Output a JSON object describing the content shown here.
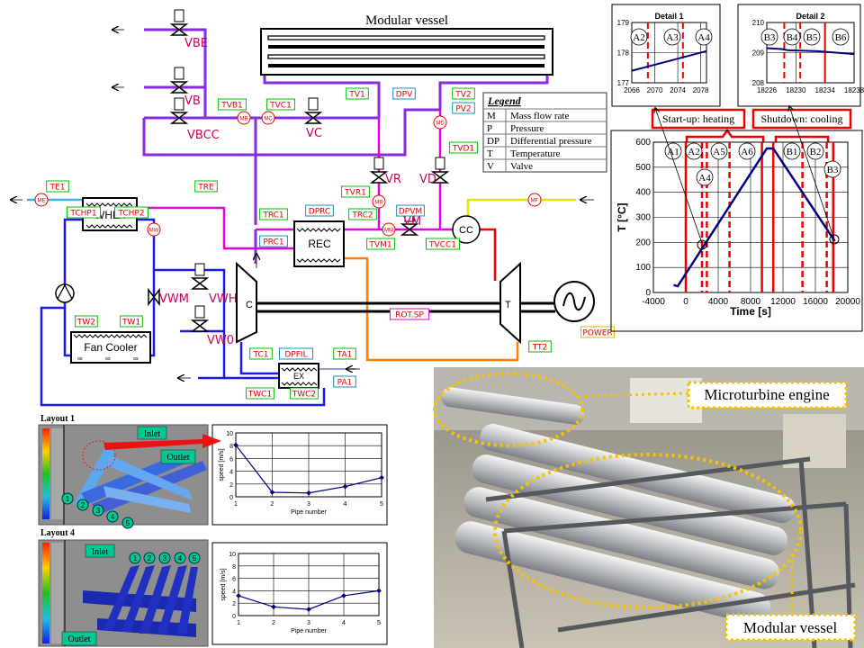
{
  "diagram": {
    "vessel_title": "Modular vessel",
    "legend": {
      "title": "Legend",
      "rows": [
        [
          "M",
          "Mass flow rate"
        ],
        [
          "P",
          "Pressure"
        ],
        [
          "DP",
          "Differential pressure"
        ],
        [
          "T",
          "Temperature"
        ],
        [
          "V",
          "Valve"
        ]
      ]
    },
    "components": {
      "whex": "WHEx",
      "rec": "REC",
      "cc": "CC",
      "ex": "EX",
      "fan_cooler": "Fan Cooler",
      "compressor": "C",
      "turbine": "T"
    },
    "valves": [
      "VBE",
      "VB",
      "VBCC",
      "VC",
      "VR",
      "VD",
      "VM",
      "VWH",
      "VWM",
      "VW0"
    ],
    "temperature_tags": [
      "TE1",
      "TRE",
      "TCHP1",
      "TCHP2",
      "TW2",
      "TW1",
      "TVB1",
      "TVC1",
      "TV1",
      "TV2",
      "TVD1",
      "TVR1",
      "TRC1",
      "TRC2",
      "TVM1",
      "TVCC1",
      "TT2",
      "TC1",
      "TA1",
      "TWC1",
      "TWC2"
    ],
    "pressure_tags": [
      "DPV",
      "PV2",
      "DPRC",
      "DPVM",
      "PRC1",
      "DPFIL",
      "PA1"
    ],
    "flow_meters": [
      "ME",
      "MW",
      "MB",
      "MC",
      "MD",
      "MR",
      "MM",
      "MF"
    ],
    "signal_tags": {
      "rot_speed": "ROT.SP",
      "power": "POWER"
    }
  },
  "chart_data": [
    {
      "type": "line",
      "title": "Detail 1",
      "xlabel": "",
      "ylabel": "",
      "xlim": [
        2066,
        2079
      ],
      "ylim": [
        177,
        179
      ],
      "xticks": [
        "2066",
        "2070",
        "2074",
        "2078"
      ],
      "yticks": [
        "177",
        "178",
        "179"
      ],
      "x": [
        2066,
        2079
      ],
      "y": [
        177.4,
        178.05
      ],
      "red_lines": [
        {
          "x": 2068.8,
          "style": "dashed"
        },
        {
          "x": 2074.9,
          "style": "dashed"
        }
      ],
      "annotations": [
        "A2",
        "A3",
        "A4"
      ]
    },
    {
      "type": "line",
      "title": "Detail 2",
      "xlabel": "",
      "ylabel": "",
      "xlim": [
        18226,
        18238
      ],
      "ylim": [
        208,
        210
      ],
      "xticks": [
        "18226",
        "18230",
        "18234",
        "18238"
      ],
      "yticks": [
        "208",
        "209",
        "210"
      ],
      "x": [
        18226,
        18228,
        18229,
        18233,
        18238
      ],
      "y": [
        209.15,
        209.12,
        209.08,
        209.05,
        208.95
      ],
      "red_lines": [
        {
          "x": 18228.4,
          "style": "dashed"
        },
        {
          "x": 18230.6,
          "style": "dashed"
        },
        {
          "x": 18234,
          "style": "solid"
        }
      ],
      "annotations": [
        "B3",
        "B4",
        "B5",
        "B6"
      ]
    },
    {
      "type": "line",
      "title": "",
      "phase_labels": [
        "Start-up: heating",
        "Shutdown: cooling"
      ],
      "xlabel": "Time [s]",
      "ylabel": "T [°C]",
      "xlim": [
        -4000,
        20000
      ],
      "ylim": [
        0,
        600
      ],
      "xticks": [
        "-4000",
        "0",
        "4000",
        "8000",
        "12000",
        "16000",
        "20000"
      ],
      "yticks": [
        "0",
        "100",
        "200",
        "300",
        "400",
        "500",
        "600"
      ],
      "x": [
        -1500,
        -1000,
        10000,
        10800,
        18400
      ],
      "y": [
        30,
        25,
        575,
        575,
        205
      ],
      "red_lines": [
        {
          "x": 0,
          "style": "solid"
        },
        {
          "x": 2000,
          "style": "dashed"
        },
        {
          "x": 2600,
          "style": "dashed"
        },
        {
          "x": 5400,
          "style": "dashed"
        },
        {
          "x": 9400,
          "style": "solid"
        },
        {
          "x": 10800,
          "style": "solid"
        },
        {
          "x": 14400,
          "style": "dashed"
        },
        {
          "x": 17400,
          "style": "dashed"
        },
        {
          "x": 18200,
          "style": "solid"
        }
      ],
      "annotations": [
        "A1",
        "A2",
        "A5",
        "A6",
        "A4",
        "B1",
        "B2",
        "B3"
      ]
    },
    {
      "type": "line",
      "title": "Layout 1",
      "xlabel": "Pipe number",
      "ylabel": "speed [m/s]",
      "xlim": [
        1,
        5
      ],
      "ylim": [
        0,
        10
      ],
      "xticks": [
        "1",
        "2",
        "3",
        "4",
        "5"
      ],
      "yticks": [
        "0",
        "2",
        "4",
        "6",
        "8",
        "10"
      ],
      "x": [
        1,
        2,
        3,
        4,
        5
      ],
      "y": [
        8.1,
        0.7,
        0.6,
        1.6,
        3.0
      ],
      "annotations": [
        "Inlet",
        "Outlet",
        "1",
        "2",
        "3",
        "4",
        "5"
      ]
    },
    {
      "type": "line",
      "title": "Layout 4",
      "xlabel": "Pipe number",
      "ylabel": "speed [m/s]",
      "xlim": [
        1,
        5
      ],
      "ylim": [
        0,
        10
      ],
      "xticks": [
        "1",
        "2",
        "3",
        "4",
        "5"
      ],
      "yticks": [
        "0",
        "2",
        "4",
        "6",
        "8",
        "10"
      ],
      "x": [
        1,
        2,
        3,
        4,
        5
      ],
      "y": [
        3.2,
        1.4,
        1.0,
        3.2,
        4.0
      ],
      "annotations": [
        "Inlet",
        "Outlet",
        "1",
        "2",
        "3",
        "4",
        "5"
      ]
    }
  ],
  "photo": {
    "labels": [
      "Microturbine engine",
      "Modular vessel"
    ]
  },
  "colors": {
    "purple": "#8a2be2",
    "magenta": "#e000e0",
    "blue": "#1a1aee",
    "orange": "#ff8000",
    "red": "#ee0000",
    "yellow": "#e6e600",
    "cyan": "#40b0e0",
    "navy": "#000080",
    "tag_green": "#00c000",
    "tag_blue": "#1a8fc0",
    "label_bg": "#00c896",
    "photo_dash": "#f5c400"
  }
}
